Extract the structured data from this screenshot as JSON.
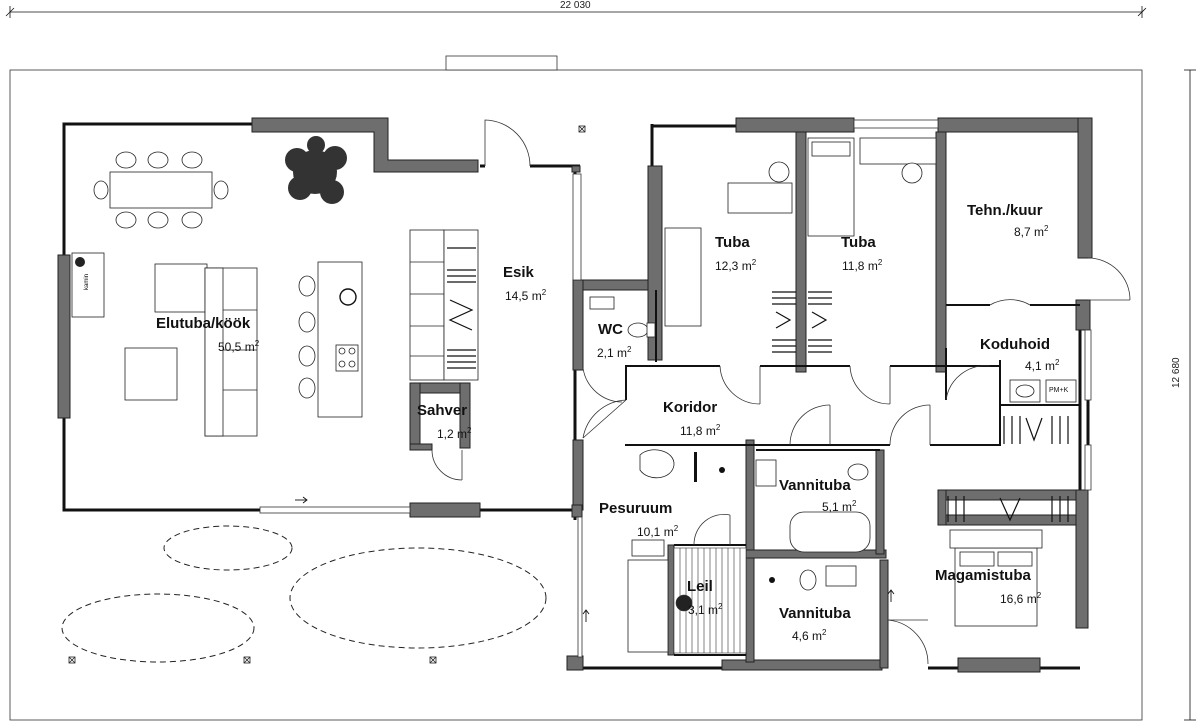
{
  "plan": {
    "overall_width": "22 030",
    "overall_depth": "12 680",
    "area_unit": "m",
    "area_exp": "2",
    "appliance_label": "PM+K",
    "fireplace_label": "kamin"
  },
  "rooms": [
    {
      "name": "Elutuba/köök",
      "area": "50,5"
    },
    {
      "name": "Esik",
      "area": "14,5"
    },
    {
      "name": "WC",
      "area": "2,1"
    },
    {
      "name": "Tuba",
      "area": "12,3"
    },
    {
      "name": "Tuba",
      "area": "11,8"
    },
    {
      "name": "Tehn./kuur",
      "area": "8,7"
    },
    {
      "name": "Koduhoid",
      "area": "4,1"
    },
    {
      "name": "Koridor",
      "area": "11,8"
    },
    {
      "name": "Sahver",
      "area": "1,2"
    },
    {
      "name": "Pesuruum",
      "area": "10,1"
    },
    {
      "name": "Vannituba",
      "area": "5,1"
    },
    {
      "name": "Leil",
      "area": "3,1"
    },
    {
      "name": "Vannituba",
      "area": "4,6"
    },
    {
      "name": "Magamistuba",
      "area": "16,6"
    }
  ]
}
